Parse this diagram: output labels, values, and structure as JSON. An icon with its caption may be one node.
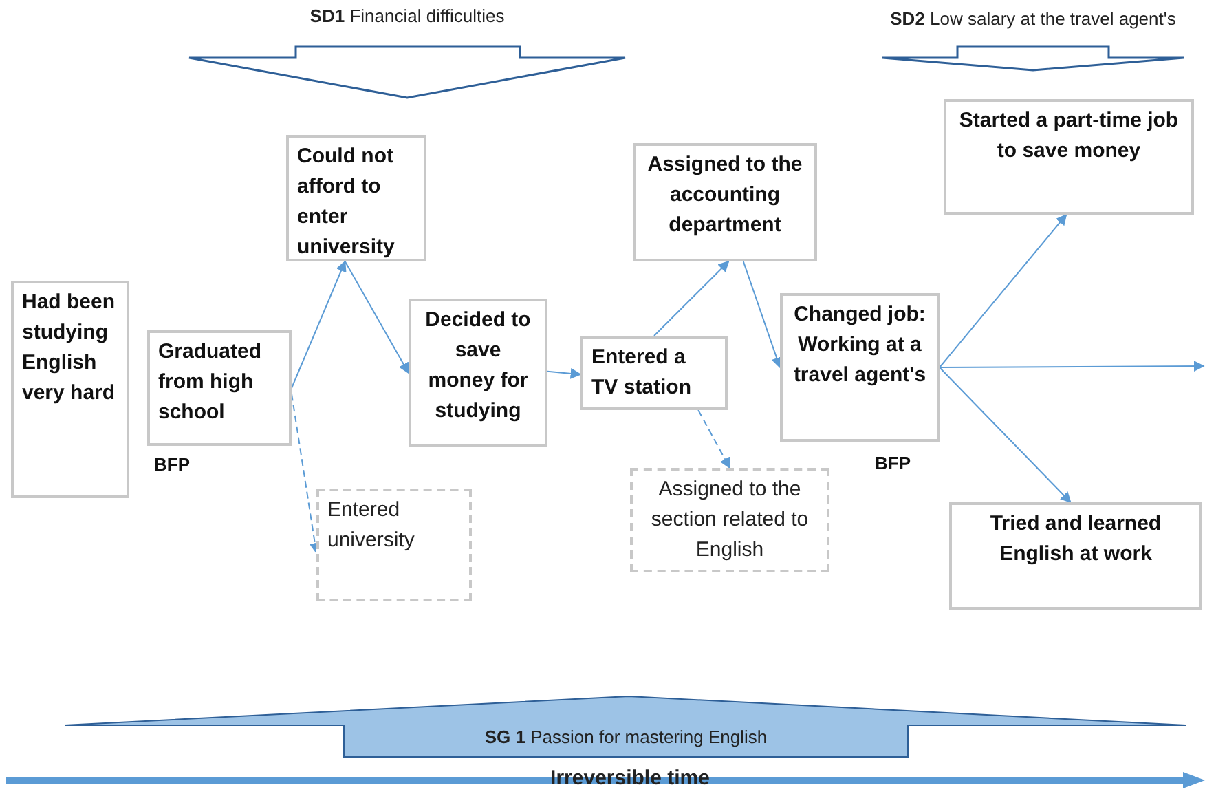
{
  "diagram": {
    "nodes": [
      {
        "text": [
          "Had been studying English very hard"
        ]
      },
      {
        "text": [
          "Graduated from high school"
        ],
        "beside": [
          "BFP"
        ]
      },
      {
        "text": [
          "Could not afford to enter university"
        ]
      },
      {
        "text": [
          "Entered university"
        ]
      },
      {
        "text": [
          "Decided to save money for studying"
        ]
      },
      {
        "text": [
          "Entered a TV station"
        ]
      },
      {
        "text": [
          "Assigned to the accounting department"
        ]
      },
      {
        "text": [
          "Assigned to the section related to English"
        ]
      },
      {
        "text": [
          "Changed job: Working at a travel agent's"
        ],
        "beside": [
          "BFP"
        ]
      },
      {
        "text": [
          "Started a part-time job to save money"
        ]
      },
      {
        "text": [
          "Tried and learned English at work"
        ]
      },
      {
        "text": [
          "**SD1** Financial difficulties"
        ]
      },
      {
        "text": [
          "**SD2** Low salary at the travel agent's"
        ]
      },
      {
        "text": [
          "**SG 1** Passion for mastering English"
        ]
      }
    ],
    "edges": [
      {
        "from": 1,
        "to": 2,
        "arrow": "to"
      },
      {
        "from": 2,
        "to": 4,
        "arrow": "to"
      },
      {
        "from": 1,
        "to": 3,
        "arrow": "to",
        "style": "dashed"
      },
      {
        "from": 4,
        "to": 5,
        "arrow": "to"
      },
      {
        "from": 5,
        "to": 6,
        "arrow": "to"
      },
      {
        "from": 6,
        "to": 8,
        "arrow": "to"
      },
      {
        "from": 5,
        "to": 7,
        "arrow": "to",
        "style": "dashed"
      },
      {
        "from": 8,
        "to": 9,
        "arrow": "to"
      },
      {
        "from": 8,
        "to": null,
        "arrow": "to"
      },
      {
        "from": 8,
        "to": 10,
        "arrow": "to"
      }
    ],
    "labels": [
      "Irreversible time"
    ]
  }
}
